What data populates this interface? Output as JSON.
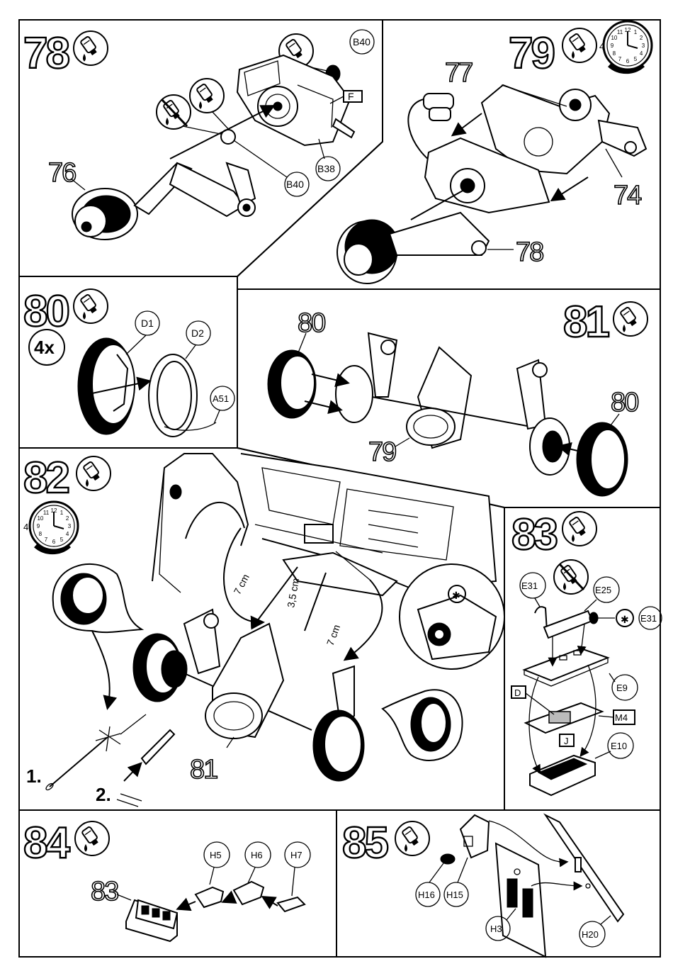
{
  "steps": {
    "s78": {
      "number": "78",
      "parts": [
        "B40",
        "B38",
        "B40"
      ],
      "flag": "F",
      "sub_part": "76"
    },
    "s79": {
      "number": "79",
      "parts_top": "77",
      "parts_right": "74",
      "parts_bottom": "78",
      "clock_marker": "4"
    },
    "s80": {
      "number": "80",
      "multiplier": "4x",
      "parts": [
        "D1",
        "D2",
        "A51"
      ]
    },
    "s81": {
      "number": "81",
      "parts_left": "80",
      "parts_right": "80",
      "parts_bottom": "79"
    },
    "s82": {
      "number": "82",
      "dims": [
        "7 cm",
        "3,5 cm",
        "7 cm"
      ],
      "sub_part": "81",
      "step1": "1.",
      "step2": "2.",
      "star": "✱",
      "clock_marker": "4"
    },
    "s83": {
      "number": "83",
      "parts": [
        "E31",
        "E25",
        "E31",
        "E9",
        "M4",
        "E10"
      ],
      "flags": [
        "D",
        "J"
      ],
      "star": "✱"
    },
    "s84": {
      "number": "84",
      "sub_part": "83",
      "parts": [
        "H5",
        "H6",
        "H7"
      ]
    },
    "s85": {
      "number": "85",
      "parts": [
        "H16",
        "H15",
        "H3",
        "H20"
      ]
    }
  },
  "clock_face": [
    "12",
    "1",
    "2",
    "3",
    "4",
    "5",
    "6",
    "7",
    "8",
    "9",
    "10",
    "11"
  ],
  "colors": {
    "ink": "#000000",
    "paper": "#ffffff",
    "shade": "#bbbbbb"
  },
  "icons": [
    "glue-tube-icon",
    "no-glue-icon",
    "clock-icon",
    "star-icon",
    "flag-icon"
  ]
}
